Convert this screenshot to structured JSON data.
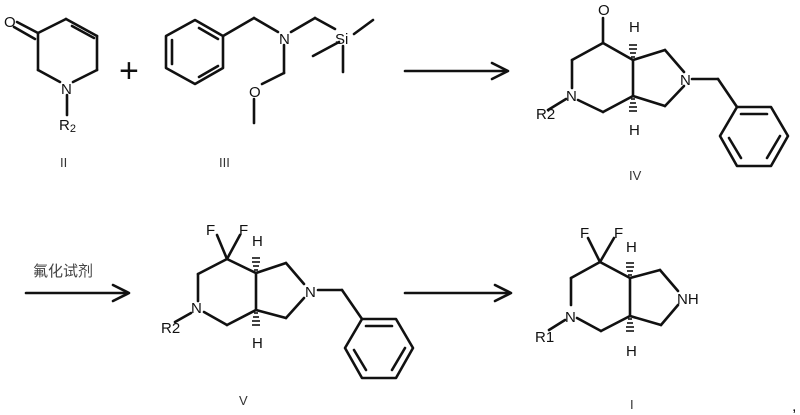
{
  "scheme": {
    "compounds": [
      {
        "id": "II",
        "label": "II",
        "atoms": [
          "O",
          "N",
          "R2"
        ]
      },
      {
        "id": "III",
        "label": "III",
        "atoms": [
          "N",
          "O",
          "Si"
        ]
      },
      {
        "id": "IV",
        "label": "IV",
        "atoms": [
          "O",
          "H",
          "H",
          "N",
          "N",
          "R2"
        ]
      },
      {
        "id": "V",
        "label": "V",
        "atoms": [
          "F",
          "F",
          "H",
          "H",
          "N",
          "N",
          "R2"
        ]
      },
      {
        "id": "I",
        "label": "I",
        "atoms": [
          "F",
          "F",
          "H",
          "H",
          "NH",
          "N",
          "R1"
        ]
      }
    ],
    "plus": "+",
    "reagent_label": "氟化试剂",
    "trailing_punct": ","
  }
}
